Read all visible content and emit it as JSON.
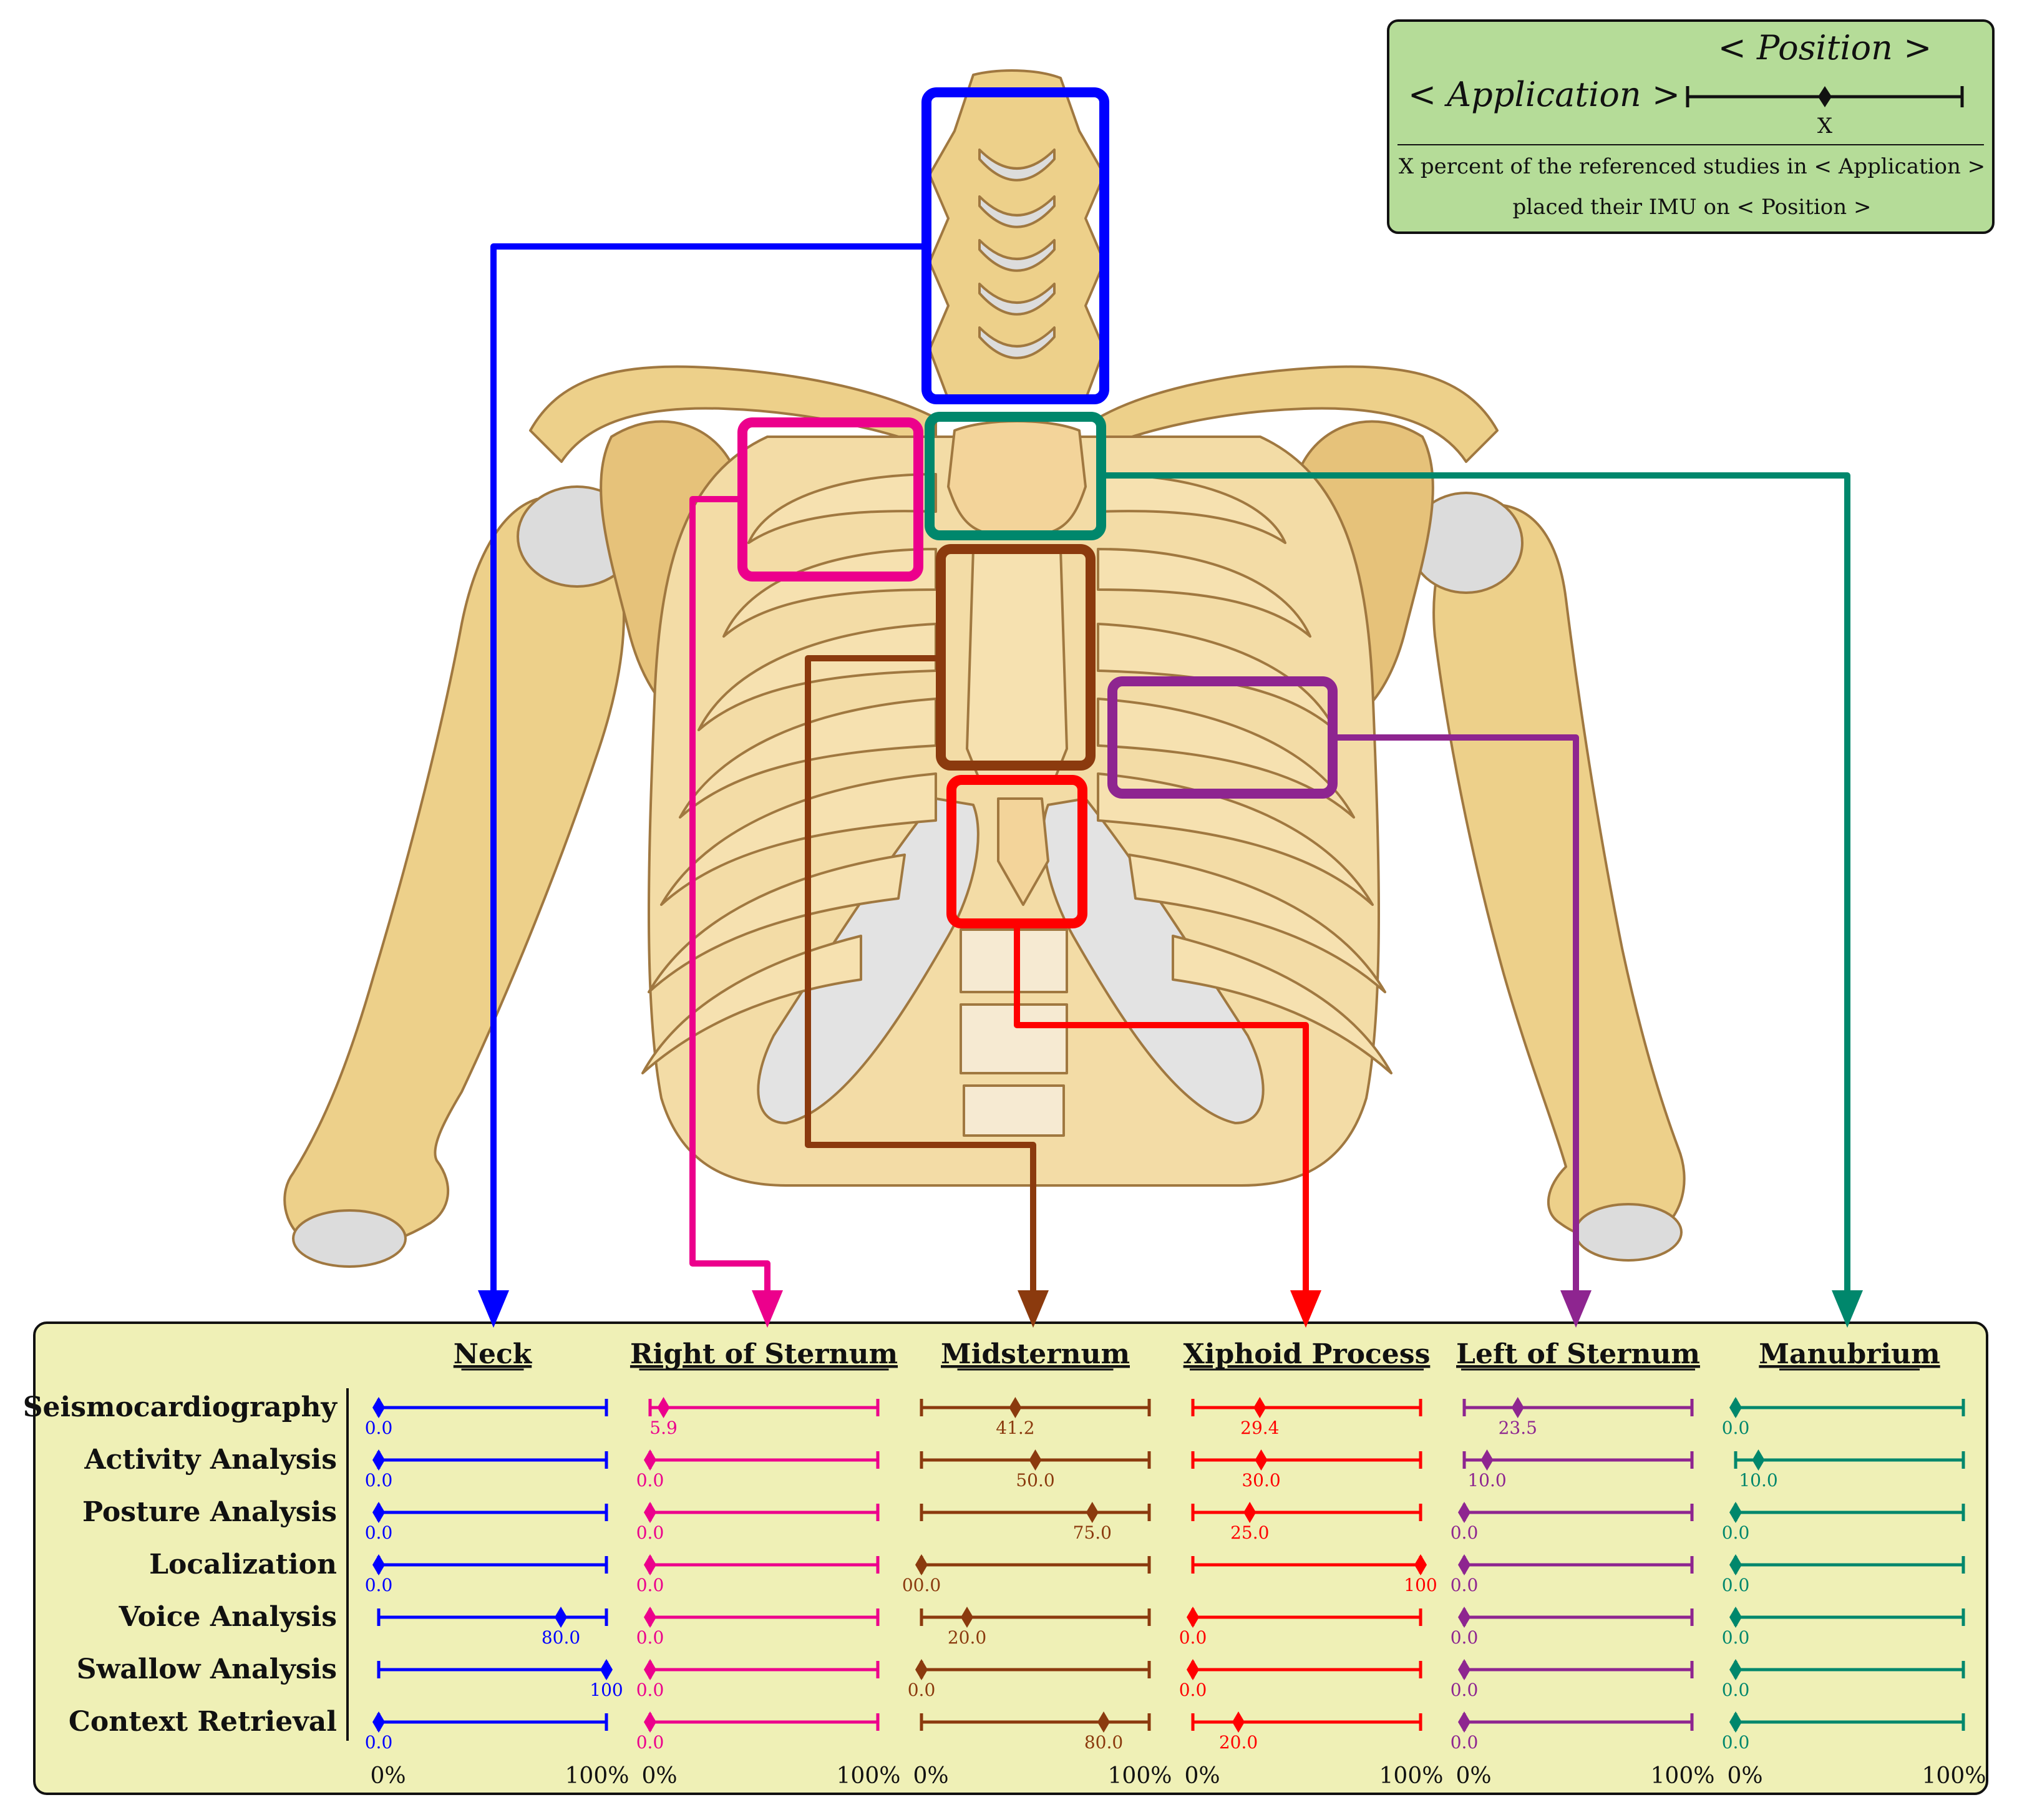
{
  "legend": {
    "position_placeholder": "< Position >",
    "application_placeholder": "< Application >",
    "x_marker": "X",
    "caption_line1": "X percent of the referenced studies in < Application >",
    "caption_line2": "placed their IMU on < Position >"
  },
  "axis": {
    "min_label": "0%",
    "max_label": "100%"
  },
  "applications": [
    "Seismocardiography",
    "Activity Analysis",
    "Posture Analysis",
    "Localization",
    "Voice Analysis",
    "Swallow Analysis",
    "Context Retrieval"
  ],
  "chart_data": {
    "type": "dot-range-matrix",
    "value_unit": "percent",
    "range": [
      0,
      100
    ],
    "rows": [
      "Seismocardiography",
      "Activity Analysis",
      "Posture Analysis",
      "Localization",
      "Voice Analysis",
      "Swallow Analysis",
      "Context Retrieval"
    ],
    "positions": [
      {
        "name": "Neck",
        "color": "#0000ff",
        "values": [
          0.0,
          0.0,
          0.0,
          0.0,
          80.0,
          100,
          0.0
        ],
        "labels": [
          "0.0",
          "0.0",
          "0.0",
          "0.0",
          "80.0",
          "100",
          "0.0"
        ]
      },
      {
        "name": "Right of Sternum",
        "color": "#ec008c",
        "values": [
          5.9,
          0.0,
          0.0,
          0.0,
          0.0,
          0.0,
          0.0
        ],
        "labels": [
          "5.9",
          "0.0",
          "0.0",
          "0.0",
          "0.0",
          "0.0",
          "0.0"
        ]
      },
      {
        "name": "Midsternum",
        "color": "#8b3a0e",
        "values": [
          41.2,
          50.0,
          75.0,
          0.0,
          20.0,
          0.0,
          80.0
        ],
        "labels": [
          "41.2",
          "50.0",
          "75.0",
          "00.0",
          "20.0",
          "0.0",
          "80.0"
        ]
      },
      {
        "name": "Xiphoid Process",
        "color": "#ff0000",
        "values": [
          29.4,
          30.0,
          25.0,
          100,
          0.0,
          0.0,
          20.0
        ],
        "labels": [
          "29.4",
          "30.0",
          "25.0",
          "100",
          "0.0",
          "0.0",
          "20.0"
        ]
      },
      {
        "name": "Left of Sternum",
        "color": "#8e2590",
        "values": [
          23.5,
          10.0,
          0.0,
          0.0,
          0.0,
          0.0,
          0.0
        ],
        "labels": [
          "23.5",
          "10.0",
          "0.0",
          "0.0",
          "0.0",
          "0.0",
          "0.0"
        ]
      },
      {
        "name": "Manubrium",
        "color": "#00876c",
        "values": [
          0.0,
          10.0,
          0.0,
          0.0,
          0.0,
          0.0,
          0.0
        ],
        "labels": [
          "0.0",
          "10.0",
          "0.0",
          "0.0",
          "0.0",
          "0.0",
          "0.0"
        ]
      }
    ]
  }
}
